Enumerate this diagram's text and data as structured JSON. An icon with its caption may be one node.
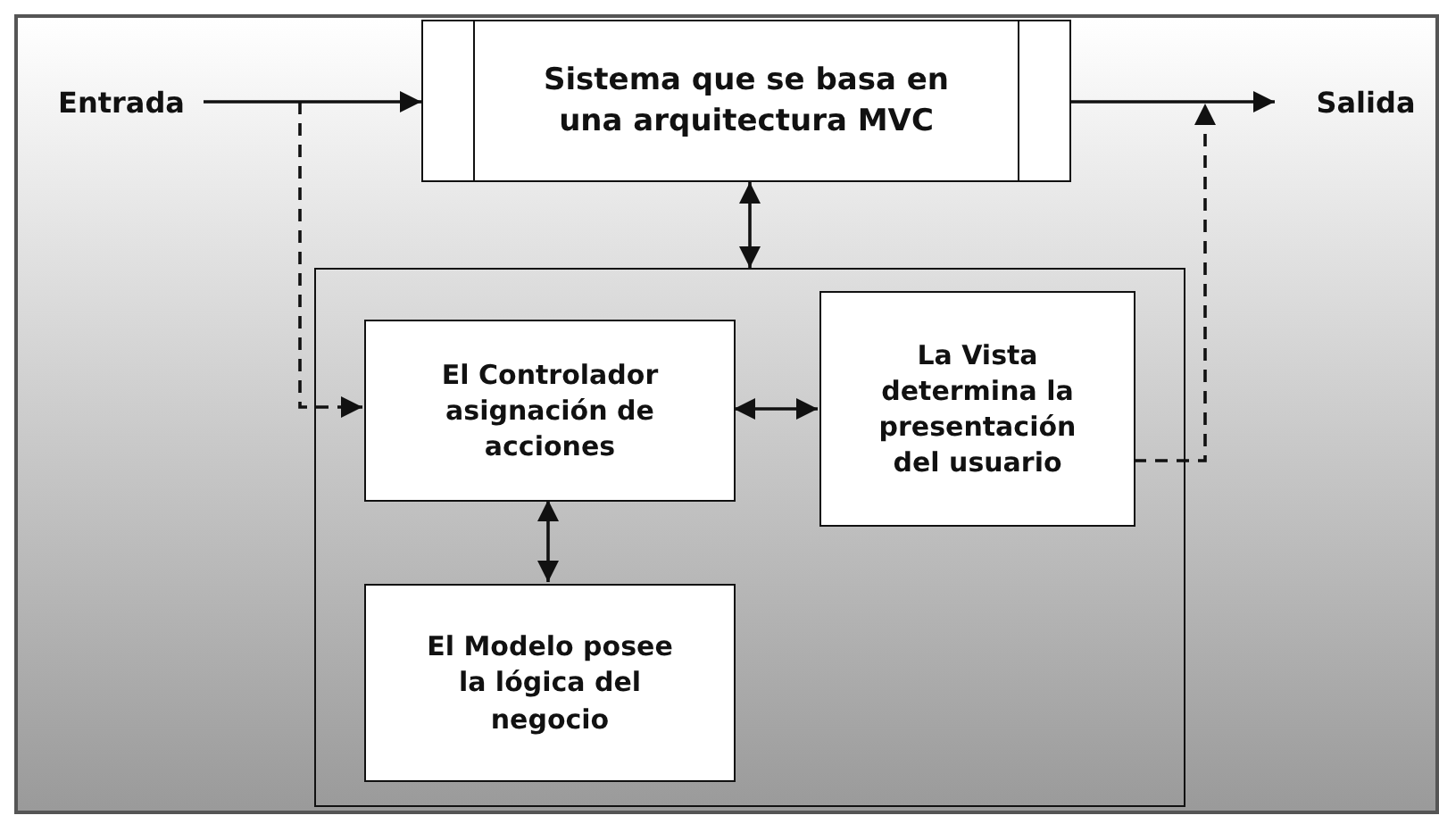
{
  "diagram": {
    "nodes": [
      {
        "text": [
          "Entrada"
        ]
      },
      {
        "text": [
          "Sistema que se basa en una arquitectura MVC"
        ]
      },
      {
        "text": [
          "Salida"
        ]
      },
      {
        "text": [],
        "shape": "box"
      },
      {
        "text": [
          "El Controlador asignación de acciones"
        ],
        "in": 3
      },
      {
        "text": [
          "La Vista determina la presentación del usuario"
        ],
        "in": 3
      },
      {
        "text": [
          "El Modelo posee la lógica del negocio"
        ],
        "in": 3
      }
    ],
    "edges": [
      {
        "from": 0,
        "to": 1,
        "arrow": "to"
      },
      {
        "from": 1,
        "to": 2,
        "arrow": "to"
      },
      {
        "from": 1,
        "to": 3,
        "arrow": "both"
      },
      {
        "from": 0,
        "to": 4,
        "arrow": "to",
        "style": "dashed"
      },
      {
        "from": 5,
        "to": 2,
        "arrow": "to",
        "style": "dashed"
      },
      {
        "from": 4,
        "to": 5,
        "arrow": "both"
      },
      {
        "from": 4,
        "to": 6,
        "arrow": "both"
      }
    ]
  }
}
